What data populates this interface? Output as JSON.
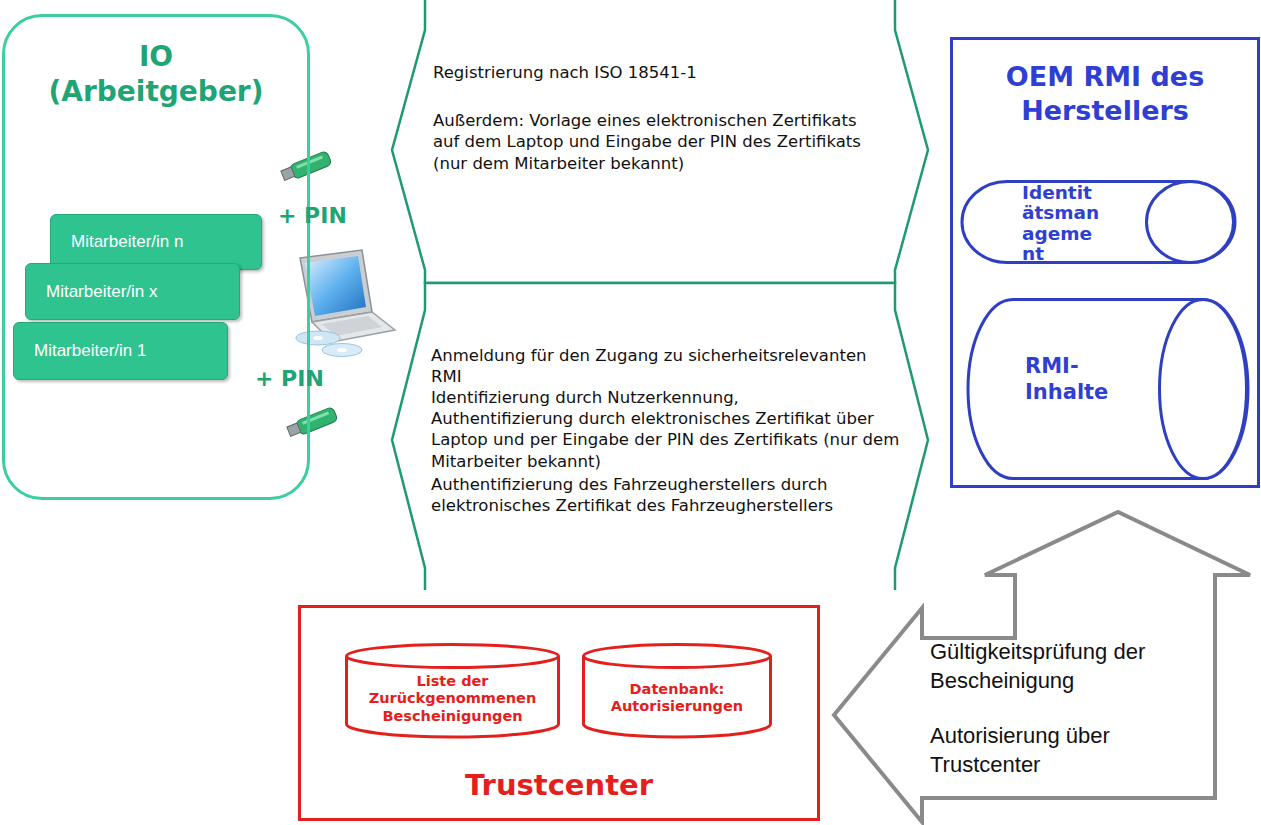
{
  "diagram": {
    "nodes": [
      {
        "text": [
          "IO (Arbeitgeber)"
        ]
      },
      {
        "text": [
          "Mitarbeiter/in n"
        ],
        "in": 0
      },
      {
        "text": [
          "Mitarbeiter/in x"
        ],
        "in": 0
      },
      {
        "text": [
          "Mitarbeiter/in 1"
        ],
        "in": 0
      },
      {
        "text": [
          "Registrierung nach ISO 18541-1",
          "Außerdem: Vorlage eines elektronischen Zertifikats auf dem Laptop und Eingabe der PIN des Zertifikats (nur dem Mitarbeiter bekannt)"
        ]
      },
      {
        "text": [
          "OEM RMI des Herstellers"
        ]
      },
      {
        "text": [
          "Identitätsmanagement"
        ],
        "in": 5
      },
      {
        "text": [
          "RMI-Inhalte"
        ],
        "in": 5
      },
      {
        "text": [
          "Anmeldung für den Zugang zu sicherheitsrelevanten RMI",
          "Identifizierung durch Nutzerkennung,",
          "Authentifizierung durch elektronisches Zertifikat über Laptop und per Eingabe der PIN des Zertifikats (nur dem Mitarbeiter bekannt)",
          "Authentifizierung des Fahrzeugherstellers durch elektronisches Zertifikat des Fahrzeugherstellers"
        ]
      },
      {
        "text": [
          "Trustcenter"
        ]
      },
      {
        "text": [
          "Liste der Zurückgenommenen Bescheinigungen"
        ],
        "in": 9
      },
      {
        "text": [
          "Datenbank: Autorisierungen"
        ],
        "in": 9
      },
      {
        "text": [
          "Gültigkeitsprüfung der Bescheinigung",
          "Autorisierung über Trustcenter"
        ]
      }
    ],
    "labels": [
      "+ PIN",
      "+ PIN"
    ]
  }
}
